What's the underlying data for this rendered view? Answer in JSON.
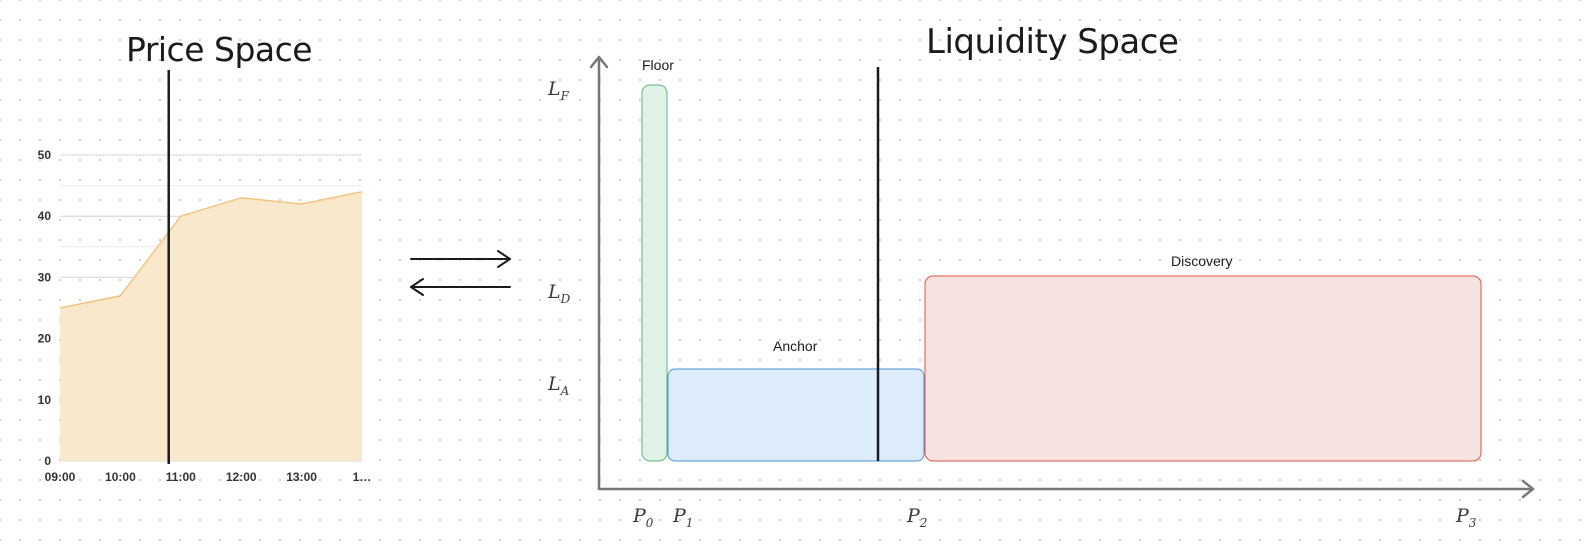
{
  "price_space": {
    "title": "Price Space",
    "chart_data": {
      "type": "area",
      "x": [
        "09:00",
        "10:00",
        "11:00",
        "12:00",
        "13:00",
        "1…"
      ],
      "values": [
        25,
        27,
        40,
        43,
        42,
        44
      ],
      "ylim": [
        0,
        50
      ],
      "yticks": [
        0,
        10,
        20,
        30,
        40,
        50
      ],
      "grid": true,
      "marker_at": 10.8,
      "colors": {
        "fill": "#f9e8cc",
        "line": "#f2c57f",
        "marker": "#1b1b1f"
      }
    }
  },
  "arrows": {
    "forward": "right-arrow",
    "backward": "left-arrow"
  },
  "liquidity_space": {
    "title": "Liquidity Space",
    "zones": {
      "floor": {
        "label": "Floor",
        "fill": "#e0f2e6",
        "stroke": "#5cb87a"
      },
      "anchor": {
        "label": "Anchor",
        "fill": "#dcecfa",
        "stroke": "#4a90d9"
      },
      "discovery": {
        "label": "Discovery",
        "fill": "#f6e3e0",
        "stroke": "#e0553f"
      }
    },
    "y_labels": {
      "floor": {
        "main": "L",
        "sub": "F"
      },
      "discovery": {
        "main": "L",
        "sub": "D"
      },
      "anchor": {
        "main": "L",
        "sub": "A"
      }
    },
    "x_labels": {
      "p0": {
        "main": "P",
        "sub": "0"
      },
      "p1": {
        "main": "P",
        "sub": "1"
      },
      "p2": {
        "main": "P",
        "sub": "2"
      },
      "p3": {
        "main": "P",
        "sub": "3"
      }
    }
  }
}
